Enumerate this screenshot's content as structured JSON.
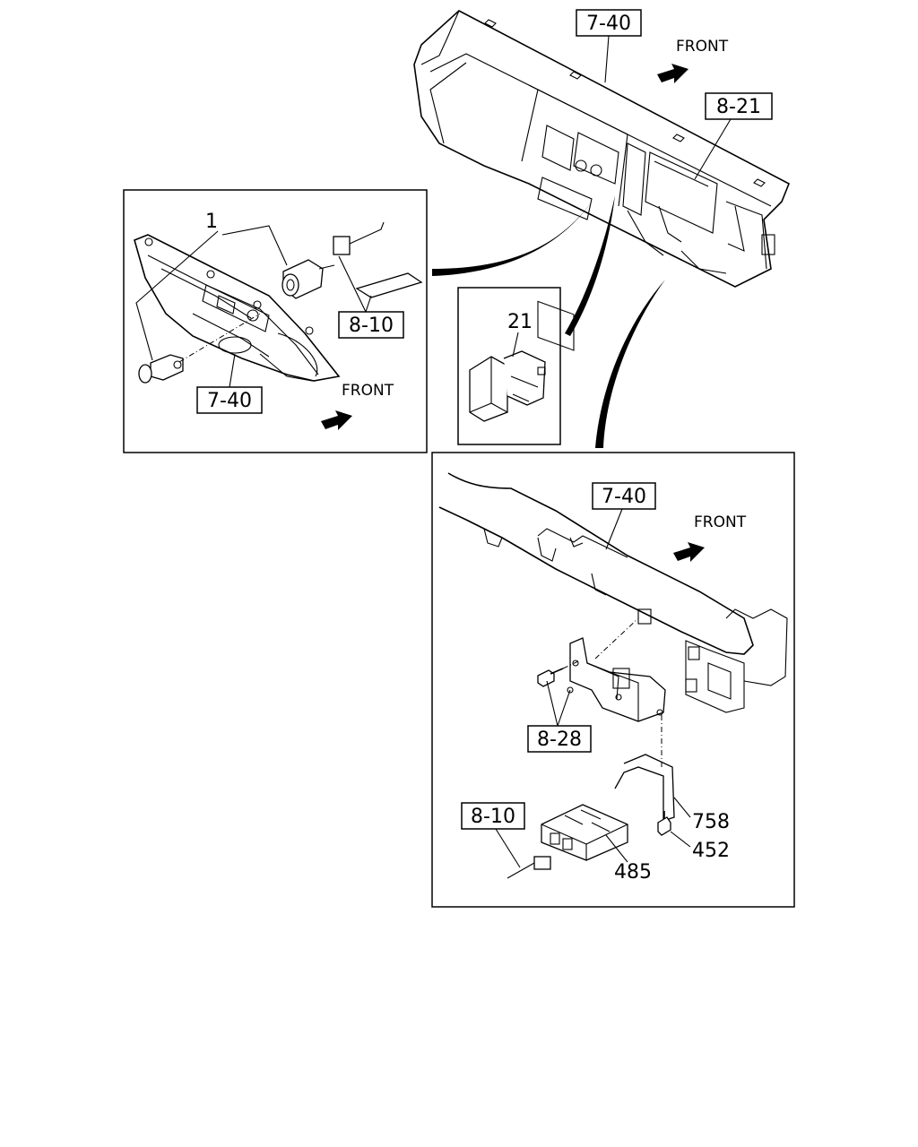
{
  "labels": {
    "top_ref_7_40": "7-40",
    "top_ref_8_21": "8-21",
    "top_front": "FRONT",
    "left_part_1": "1",
    "left_ref_8_10": "8-10",
    "left_ref_7_40": "7-40",
    "left_front": "FRONT",
    "mid_part_21": "21",
    "br_ref_7_40": "7-40",
    "br_front": "FRONT",
    "br_ref_8_28": "8-28",
    "br_ref_8_10": "8-10",
    "br_part_758": "758",
    "br_part_452": "452",
    "br_part_485": "485"
  }
}
